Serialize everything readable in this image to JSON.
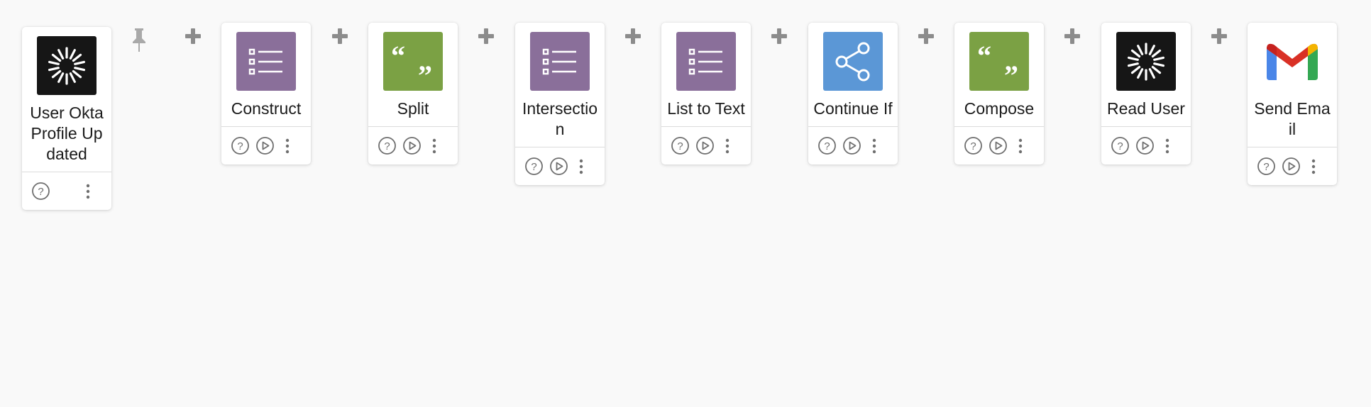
{
  "colors": {
    "purple": "#8a6f9a",
    "green": "#7ba144",
    "blue": "#5b97d6",
    "black": "#161616",
    "icon_gray": "#6f6f6f",
    "plus_gray": "#8c8c8c",
    "pin_gray": "#a9a9a9"
  },
  "steps": [
    {
      "title": "User Okta Profile Updated",
      "icon": "okta-logo-icon"
    },
    {
      "title": "Construct",
      "icon": "list-icon"
    },
    {
      "title": "Split",
      "icon": "quote-icon"
    },
    {
      "title": "Intersection",
      "icon": "list-icon"
    },
    {
      "title": "List to Text",
      "icon": "list-icon"
    },
    {
      "title": "Continue If",
      "icon": "share-icon"
    },
    {
      "title": "Compose",
      "icon": "quote-icon"
    },
    {
      "title": "Read User",
      "icon": "okta-logo-icon"
    },
    {
      "title": "Send Email",
      "icon": "gmail-logo-icon"
    }
  ]
}
